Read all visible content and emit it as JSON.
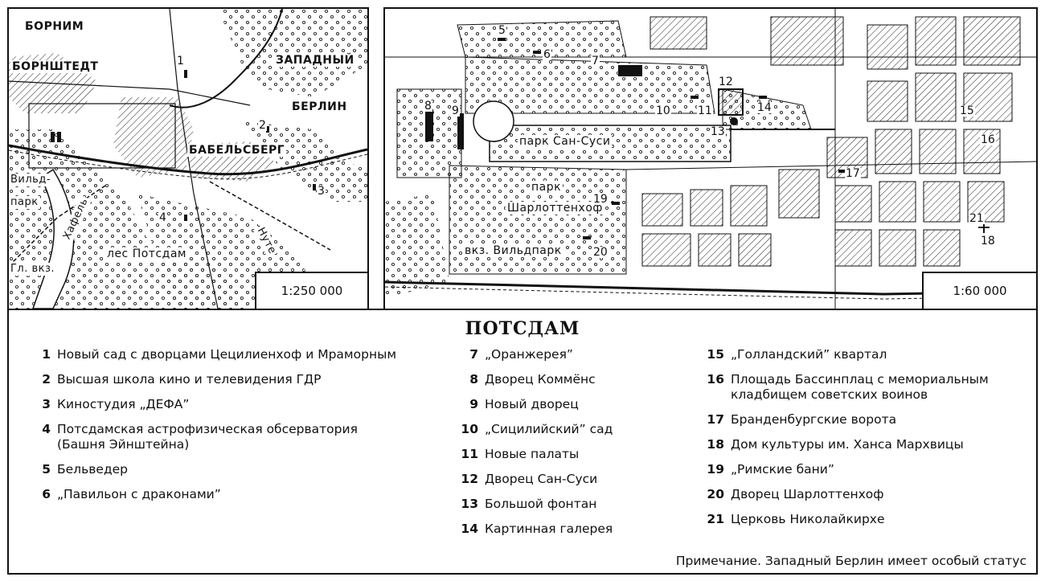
{
  "left_map": {
    "labels": {
      "bornim": "БОРНИМ",
      "bornstedt": "БОРНШТЕДТ",
      "west_berlin_1": "ЗАПАДНЫЙ",
      "west_berlin_2": "БЕРЛИН",
      "babelsberg": "БАБЕЛЬСБЕРГ",
      "wildpark_1": "Вильд-",
      "wildpark_2": "парк",
      "havel": "Хафель",
      "nuthe": "Нуте",
      "forest": "лес Потсдам",
      "station": "Гл. вкз."
    },
    "numbers": [
      "1",
      "2",
      "3",
      "4"
    ],
    "scale": "1:250 000"
  },
  "right_map": {
    "labels": {
      "park_sanssouci": "парк Сан-Суси",
      "park_charlottenhof_1": "парк",
      "park_charlottenhof_2": "Шарлоттенхоф",
      "station_wildpark": "вкз. Вильдпарк"
    },
    "numbers": [
      "5",
      "6",
      "7",
      "8",
      "9",
      "10",
      "11",
      "12",
      "13",
      "14",
      "15",
      "16",
      "17",
      "18",
      "19",
      "20",
      "21"
    ],
    "scale": "1:60 000"
  },
  "legend": {
    "title": "ПОТСДАМ",
    "col1": [
      {
        "n": "1",
        "t": "Новый сад с дворцами Цецилиенхоф и Мраморным"
      },
      {
        "n": "2",
        "t": "Высшая школа кино и телевидения ГДР"
      },
      {
        "n": "3",
        "t": "Киностудия „ДЕФА”"
      },
      {
        "n": "4",
        "t": "Потсдамская астрофизическая обсерватория (Башня Эйнштейна)"
      },
      {
        "n": "5",
        "t": "Бельведер"
      },
      {
        "n": "6",
        "t": "„Павильон с драконами”"
      }
    ],
    "col2": [
      {
        "n": "7",
        "t": "„Оранжерея”"
      },
      {
        "n": "8",
        "t": "Дворец Коммёнс"
      },
      {
        "n": "9",
        "t": "Новый дворец"
      },
      {
        "n": "10",
        "t": "„Сицилийский” сад"
      },
      {
        "n": "11",
        "t": "Новые палаты"
      },
      {
        "n": "12",
        "t": "Дворец Сан-Суси"
      },
      {
        "n": "13",
        "t": "Большой фонтан"
      },
      {
        "n": "14",
        "t": "Картинная галерея"
      }
    ],
    "col3": [
      {
        "n": "15",
        "t": "„Голландский” квартал"
      },
      {
        "n": "16",
        "t": "Площадь Бассинплац с мемориальным кладбищем советских воинов"
      },
      {
        "n": "17",
        "t": "Бранденбургские ворота"
      },
      {
        "n": "18",
        "t": "Дом культуры им. Ханса Мархвицы"
      },
      {
        "n": "19",
        "t": "„Римские бани”"
      },
      {
        "n": "20",
        "t": "Дворец Шарлоттенхоф"
      },
      {
        "n": "21",
        "t": "Церковь Николайкирхе"
      }
    ],
    "note": "Примечание. Западный Берлин имеет особый статус"
  }
}
